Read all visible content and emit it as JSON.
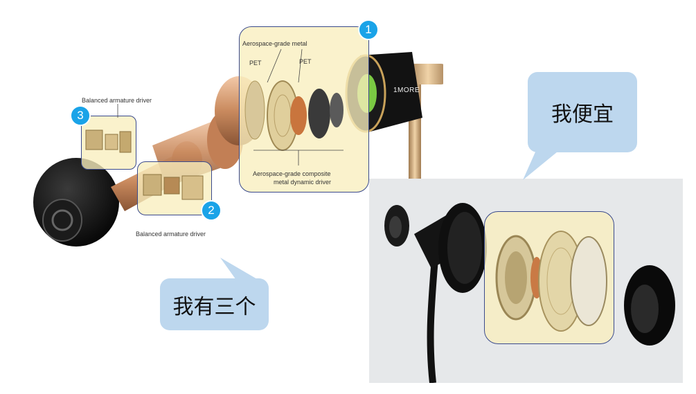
{
  "callouts": {
    "three_drivers": "我有三个",
    "cheap": "我便宜"
  },
  "badges": {
    "one": "1",
    "two": "2",
    "three": "3"
  },
  "labels": {
    "aerospace_metal": "Aerospace-grade metal",
    "pet_left": "PET",
    "pet_right": "PET",
    "composite_line1": "Aerospace-grade composite",
    "composite_line2": "metal dynamic driver",
    "balanced_armature_top": "Balanced armature driver",
    "balanced_armature_bottom": "Balanced armature driver",
    "brand": "1MORE"
  },
  "colors": {
    "callout_fill": "#bdd7ee",
    "badge_fill": "#1aa3e8",
    "highlight_fill": "#f8eebe",
    "highlight_border": "#3a4a8c"
  }
}
